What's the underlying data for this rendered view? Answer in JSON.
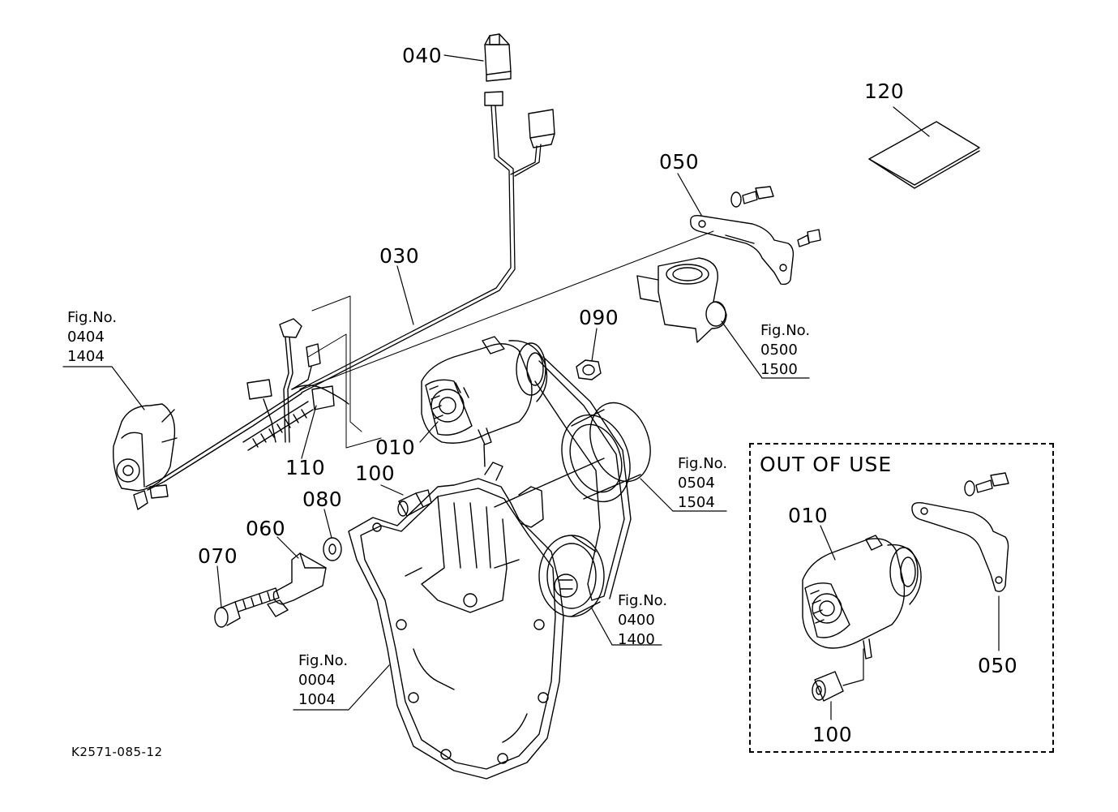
{
  "parts": {
    "p040": "040",
    "p120": "120",
    "p050": "050",
    "p030": "030",
    "p090": "090",
    "p010": "010",
    "p110": "110",
    "p100": "100",
    "p080": "080",
    "p060": "060",
    "p070": "070"
  },
  "fig_refs": [
    {
      "label": "Fig.No.",
      "num1": "0404",
      "num2": "1404"
    },
    {
      "label": "Fig.No.",
      "num1": "0500",
      "num2": "1500"
    },
    {
      "label": "Fig.No.",
      "num1": "0504",
      "num2": "1504"
    },
    {
      "label": "Fig.No.",
      "num1": "0400",
      "num2": "1400"
    },
    {
      "label": "Fig.No.",
      "num1": "0004",
      "num2": "1004"
    }
  ],
  "out_of_use": {
    "title": "OUT OF USE",
    "p010": "010",
    "p050": "050",
    "p100": "100"
  },
  "drawing_code": "K2571-085-12"
}
